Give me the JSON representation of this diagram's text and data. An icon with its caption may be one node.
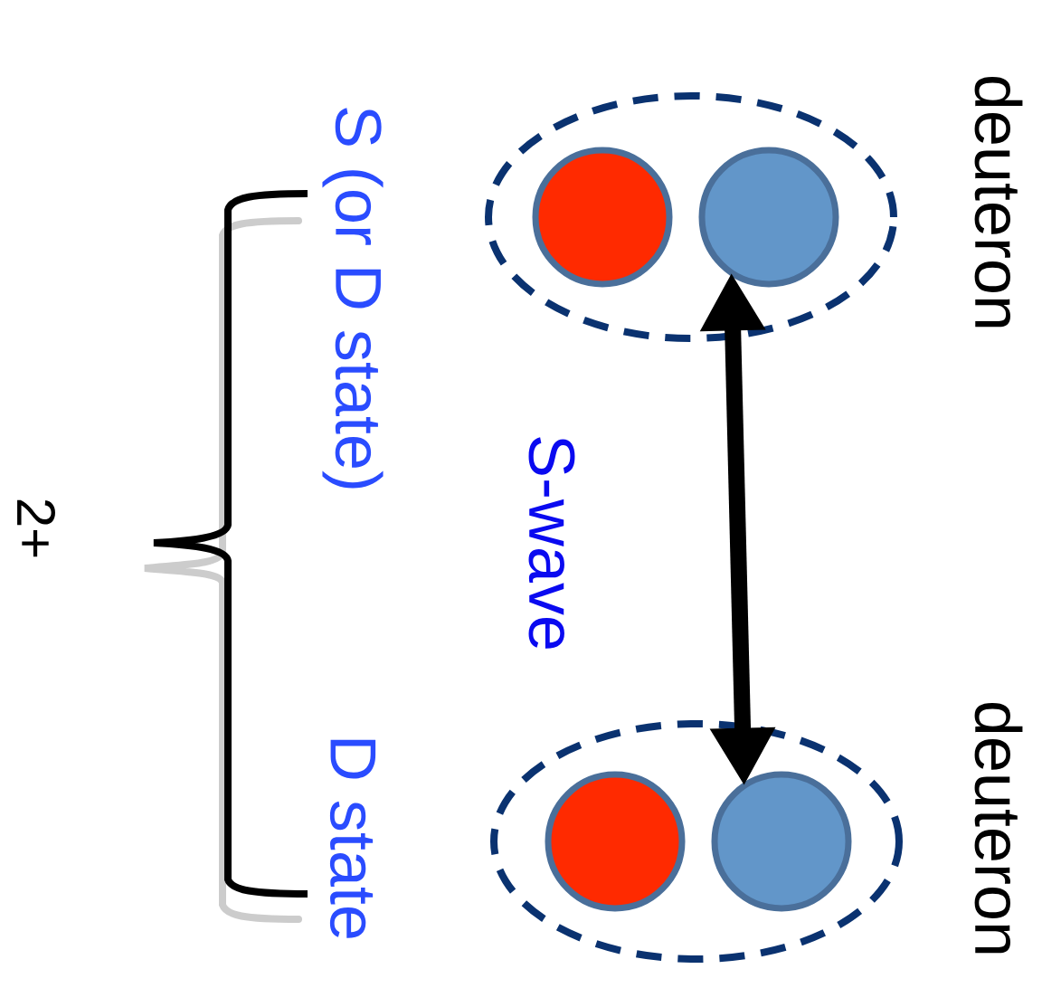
{
  "diagram": {
    "nodes": [
      {
        "text": [],
        "shape": "ellipse",
        "beside": [
          "deuteron"
        ]
      },
      {
        "text": [],
        "shape": "circle",
        "in": 0
      },
      {
        "text": [],
        "shape": "circle",
        "in": 0
      },
      {
        "text": [],
        "shape": "ellipse",
        "beside": [
          "deuteron"
        ]
      },
      {
        "text": [],
        "shape": "circle",
        "in": 3
      },
      {
        "text": [],
        "shape": "circle",
        "in": 3
      }
    ],
    "edges": [
      {
        "from": 2,
        "to": 5,
        "arrow": "both",
        "label": "S-wave"
      }
    ],
    "labels": [
      "S (or D state)",
      "D state",
      "2+"
    ]
  }
}
